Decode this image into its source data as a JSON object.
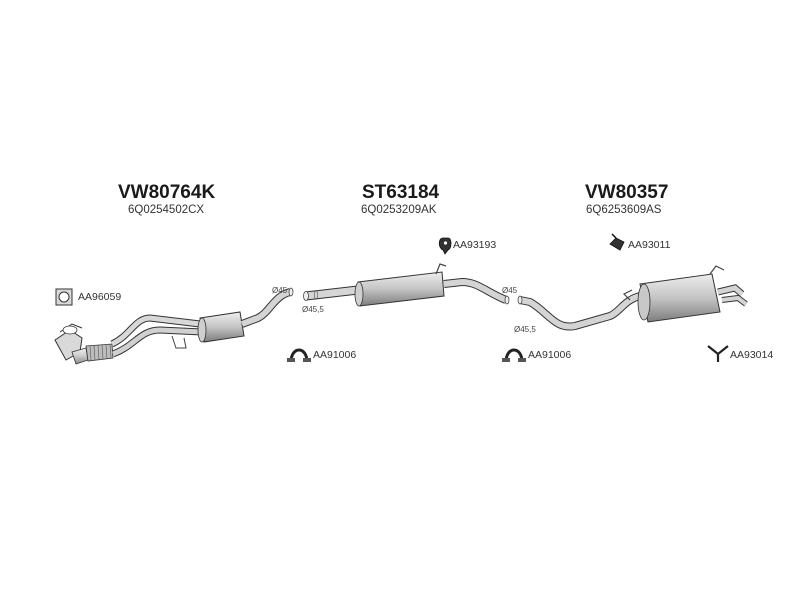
{
  "groups": [
    {
      "code": "VW80764K",
      "oem": "6Q0254502CX"
    },
    {
      "code": "ST63184",
      "oem": "6Q0253209AK"
    },
    {
      "code": "VW80357",
      "oem": "6Q6253609AS"
    }
  ],
  "accessories": {
    "gasket": "AA96059",
    "clamp_1": "AA91006",
    "clamp_2": "AA91006",
    "hanger_1": "AA93193",
    "hanger_2": "AA93011",
    "bracket": "AA93014"
  },
  "diameters": {
    "d1_top": "Ø45",
    "d1_bottom": "Ø45,5",
    "d2_top": "Ø45",
    "d2_bottom": "Ø45,5"
  }
}
